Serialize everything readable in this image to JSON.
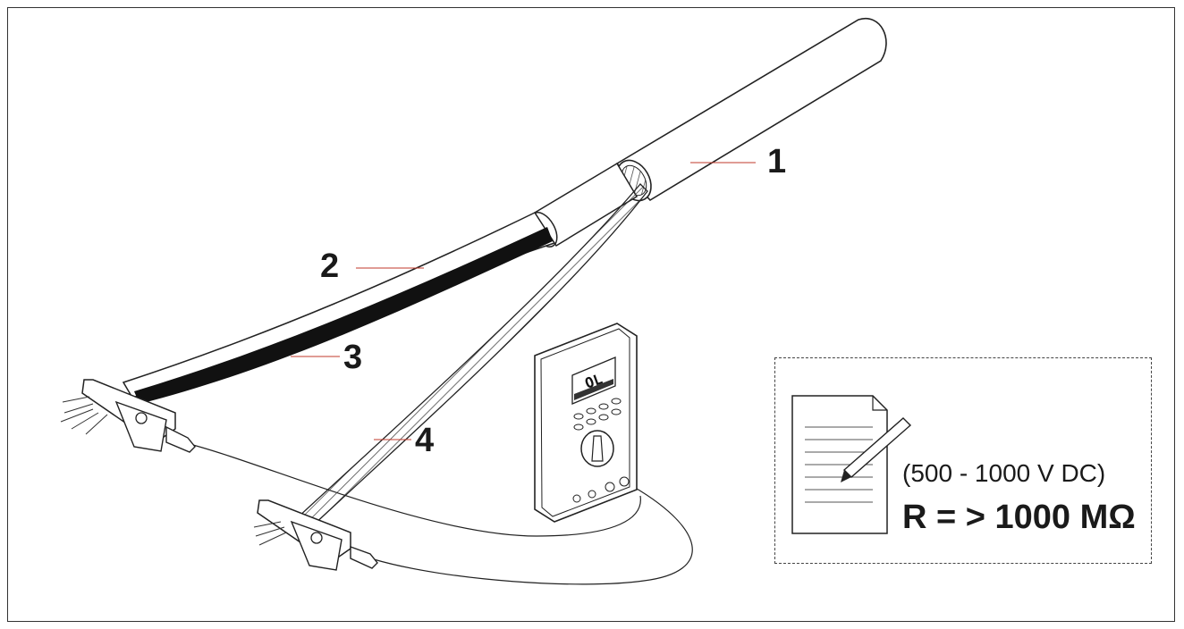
{
  "callouts": [
    {
      "id": "1",
      "label": "1"
    },
    {
      "id": "2",
      "label": "2"
    },
    {
      "id": "3",
      "label": "3"
    },
    {
      "id": "4",
      "label": "4"
    }
  ],
  "spec": {
    "voltage": "(500 - 1000 V DC)",
    "resistance": "R = > 1000 MΩ"
  },
  "meter": {
    "display": "OL"
  },
  "colors": {
    "line": "#1a1a1a",
    "leader": "#c0392b",
    "core": "#111111",
    "background": "#ffffff"
  },
  "icons": [
    "document-icon",
    "pencil-icon",
    "multimeter-icon",
    "alligator-clip-icon"
  ]
}
